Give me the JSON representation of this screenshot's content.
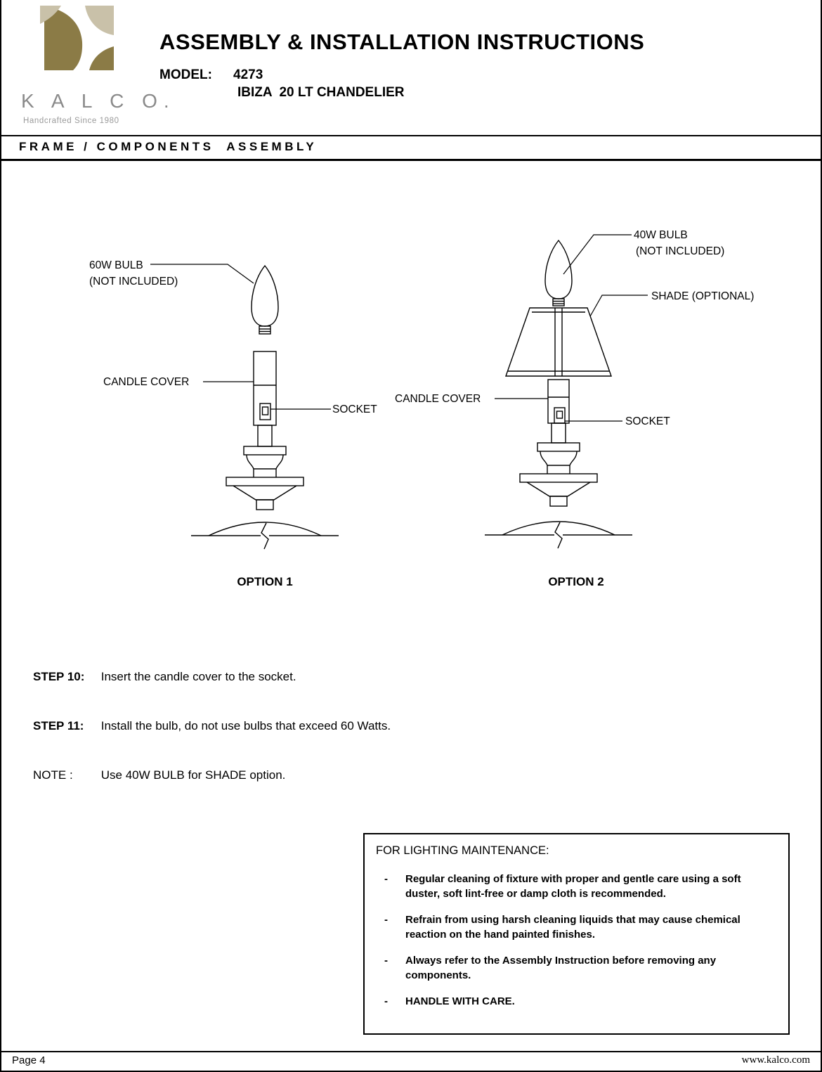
{
  "brand": {
    "name": "K A L C O.",
    "tagline": "Handcrafted Since 1980",
    "logo_color_dark": "#8b7b46",
    "logo_color_light": "#c9c1a9"
  },
  "header": {
    "title": "ASSEMBLY & INSTALLATION INSTRUCTIONS",
    "model_label": "MODEL:",
    "model_number": "4273",
    "model_name": "IBIZA  20 LT CHANDELIER"
  },
  "section": {
    "title": "FRAME / COMPONENTS  ASSEMBLY"
  },
  "diagram": {
    "option1": {
      "caption": "OPTION 1",
      "bulb_label_line1": "60W BULB",
      "bulb_label_line2": "(NOT INCLUDED)",
      "candle_cover_label": "CANDLE COVER",
      "socket_label": "SOCKET"
    },
    "option2": {
      "caption": "OPTION 2",
      "bulb_label_line1": "40W BULB",
      "bulb_label_line2": "(NOT INCLUDED)",
      "shade_label": "SHADE (OPTIONAL)",
      "candle_cover_label": "CANDLE COVER",
      "socket_label": "SOCKET"
    }
  },
  "steps": [
    {
      "label": "STEP 10:",
      "text": "Insert the candle cover to the socket."
    },
    {
      "label": "STEP 11:",
      "text": "Install the bulb, do not use bulbs that exceed 60 Watts."
    }
  ],
  "note": {
    "label": "NOTE :",
    "text": "Use 40W BULB for SHADE option."
  },
  "maintenance": {
    "title": "FOR LIGHTING MAINTENANCE:",
    "bullet": "-",
    "items": [
      "Regular cleaning of fixture with proper and gentle care using a soft duster, soft lint-free or damp cloth is recommended.",
      "Refrain from using harsh cleaning liquids that may cause chemical reaction on the hand painted finishes.",
      "Always refer to the Assembly Instruction before removing any components.",
      "HANDLE WITH CARE."
    ]
  },
  "footer": {
    "page": "Page 4",
    "website": "www.kalco.com"
  }
}
